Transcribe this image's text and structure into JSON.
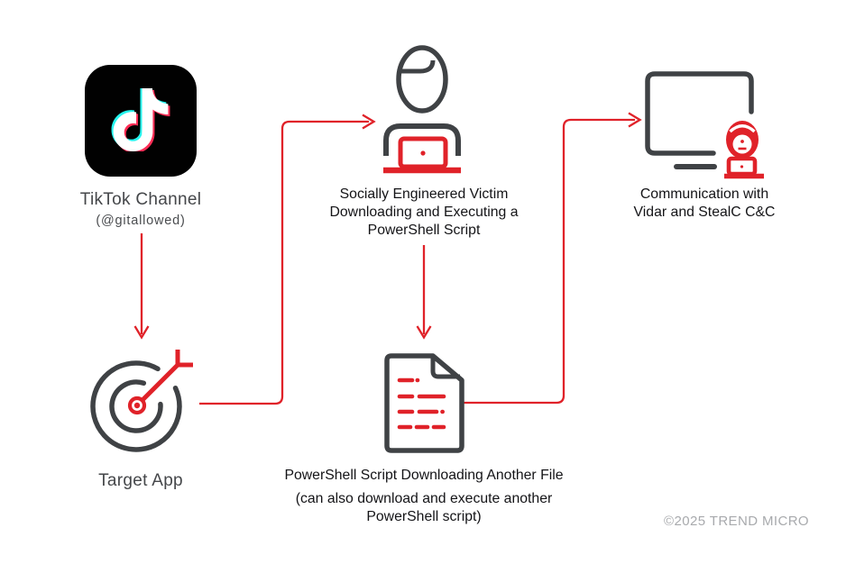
{
  "diagram": {
    "title_context": "TikTok campaign infection chain",
    "nodes": {
      "tiktok": {
        "title": "TikTok Channel",
        "subtitle": "(@gitallowed)"
      },
      "target": {
        "title": "Target App"
      },
      "victim": {
        "line1": "Socially Engineered Victim",
        "line2": "Downloading and Executing a",
        "line3": "PowerShell Script"
      },
      "script": {
        "line1": "PowerShell Script Downloading Another File",
        "line2": "(can also download and execute another",
        "line3": "PowerShell script)"
      },
      "c2": {
        "line1": "Communication with",
        "line2": "Vidar and StealC C&C"
      }
    },
    "icons": {
      "tiktok": "tiktok-logo-icon",
      "target": "target-bullseye-dart-icon",
      "victim": "person-with-laptop-icon",
      "script": "document-script-icon",
      "c2": "monitor-with-threat-actor-icon"
    },
    "connectors": [
      "tiktok-to-target-arrow",
      "target-to-victim-arrow",
      "victim-to-script-arrow",
      "script-to-c2-arrow"
    ],
    "colors": {
      "accent_red": "#e02229",
      "icon_gray": "#3f4245",
      "text_dark": "#141417",
      "label_gray": "#45474a",
      "watermark_gray": "#a8aaad",
      "tiktok_black": "#010101",
      "tiktok_cyan": "#25f4ee",
      "tiktok_pink": "#fe2c55"
    }
  },
  "footer": {
    "copyright": "©2025 TREND MICRO"
  }
}
